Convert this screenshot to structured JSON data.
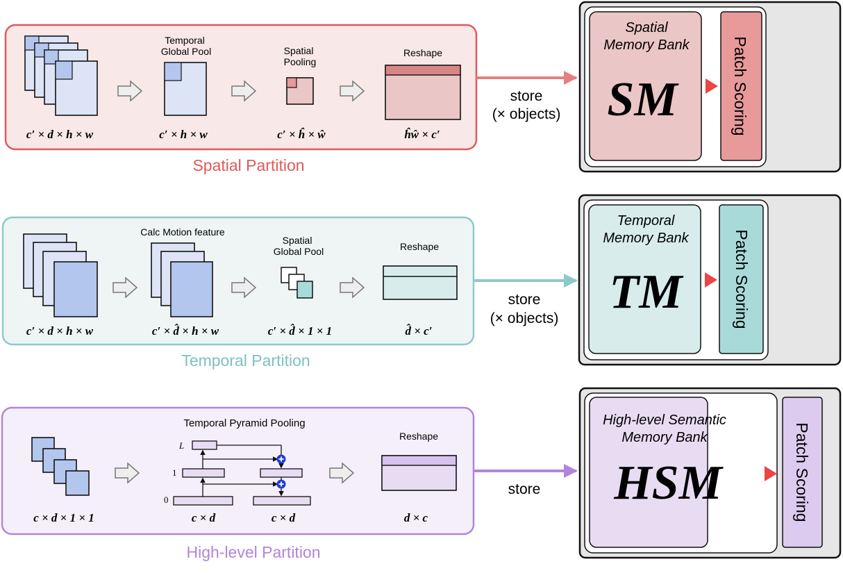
{
  "colors": {
    "spatial": "#e05a5a",
    "spatial_bg": "#f8e8e8",
    "spatial_bank": "#ebc6c6",
    "spatial_score": "#e8999a",
    "temporal": "#8ccaca",
    "temporal_bg": "#eef5f4",
    "temporal_bank": "#d8ecec",
    "temporal_score": "#a9dada",
    "highlevel": "#b285d8",
    "highlevel_bg": "#f4effa",
    "highlevel_bank": "#e8dcf3",
    "highlevel_score": "#dccaef",
    "tensor_blue": "#b3c6ee",
    "tensor_light": "#dce4f6"
  },
  "spatial": {
    "partition_label": "Spatial Partition",
    "steps": [
      "Temporal\nGlobal Pool",
      "Spatial\nPooling",
      "Reshape"
    ],
    "dims": [
      "c′ × d × h × w",
      "c′ × h × w",
      "c′ × ĥ × ŵ",
      "ĥŵ × c′"
    ],
    "store_label": "store",
    "store_sub": "(× objects)",
    "bank_title_1": "Spatial",
    "bank_title_2": "Memory Bank",
    "bank_abbr": "SM",
    "scoring": "Patch Scoring"
  },
  "temporal": {
    "partition_label": "Temporal Partition",
    "steps": [
      "Calc Motion feature",
      "Spatial\nGlobal Pool",
      "Reshape"
    ],
    "dims": [
      "c′ × d × h × w",
      "c′ × d̂ × h × w",
      "c′ × d̂ × 1 × 1",
      "d̂ × c′"
    ],
    "store_label": "store",
    "store_sub": "(× objects)",
    "bank_title_1": "Temporal",
    "bank_title_2": "Memory Bank",
    "bank_abbr": "TM",
    "scoring": "Patch Scoring"
  },
  "highlevel": {
    "partition_label": "High-level Partition",
    "steps": [
      "Temporal Pyramid Pooling",
      "Reshape"
    ],
    "pyramid_levels": [
      "L",
      "1",
      "0"
    ],
    "dims": [
      "c × d × 1 × 1",
      "c × d",
      "c × d",
      "d × c"
    ],
    "store_label": "store",
    "bank_title_1": "High-level Semantic",
    "bank_title_2": "Memory Bank",
    "bank_abbr": "HSM",
    "scoring": "Patch Scoring"
  }
}
